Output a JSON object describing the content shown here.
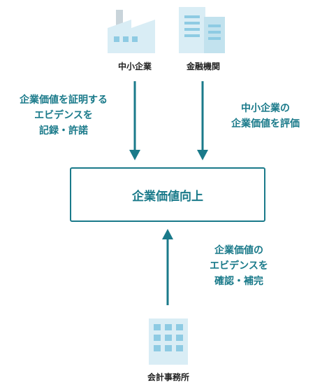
{
  "nodes": {
    "sme": {
      "label": "中小企業"
    },
    "bank": {
      "label": "金融機関"
    },
    "accounting": {
      "label": "会計事務所"
    },
    "center": {
      "label": "企業価値向上"
    }
  },
  "notes": {
    "left": [
      "企業価値を証明する",
      "エビデンスを",
      "記録・許諾"
    ],
    "right": [
      "中小企業の",
      "企業価値を評価"
    ],
    "bottom": [
      "企業価値の",
      "エビデンスを",
      "確認・補完"
    ]
  },
  "colors": {
    "accent": "#1a7a8a",
    "icon_light": "#d9edf5",
    "icon_mid": "#8ecbe3"
  }
}
